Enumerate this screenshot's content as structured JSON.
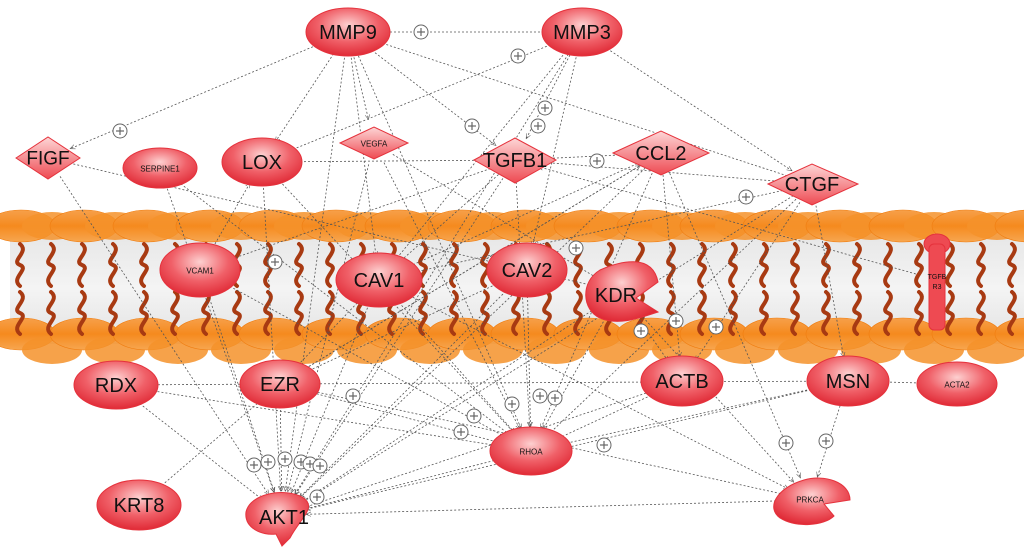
{
  "nodes": {
    "mmp9": "MMP9",
    "mmp3": "MMP3",
    "figf": "FIGF",
    "serpine1": "SERPINE1",
    "lox": "LOX",
    "vegfa": "VEGFA",
    "tgfb1": "TGFB1",
    "ccl2": "CCL2",
    "ctgf": "CTGF",
    "vcam1": "VCAM1",
    "cav1": "CAV1",
    "cav2": "CAV2",
    "kdr": "KDR",
    "tgfbr3": "TGFB R3",
    "rdx": "RDX",
    "ezr": "EZR",
    "actb": "ACTB",
    "msn": "MSN",
    "acta2": "ACTA2",
    "rhoa": "RHOA",
    "krt8": "KRT8",
    "akt1": "AKT1",
    "prkca": "PRKCA"
  },
  "colors": {
    "node_fill": "#e8414a",
    "node_light": "#fbb0b0",
    "membrane_orange": "#f5922a",
    "membrane_wave": "#a83a12"
  },
  "edge_marker": "plus-circle"
}
